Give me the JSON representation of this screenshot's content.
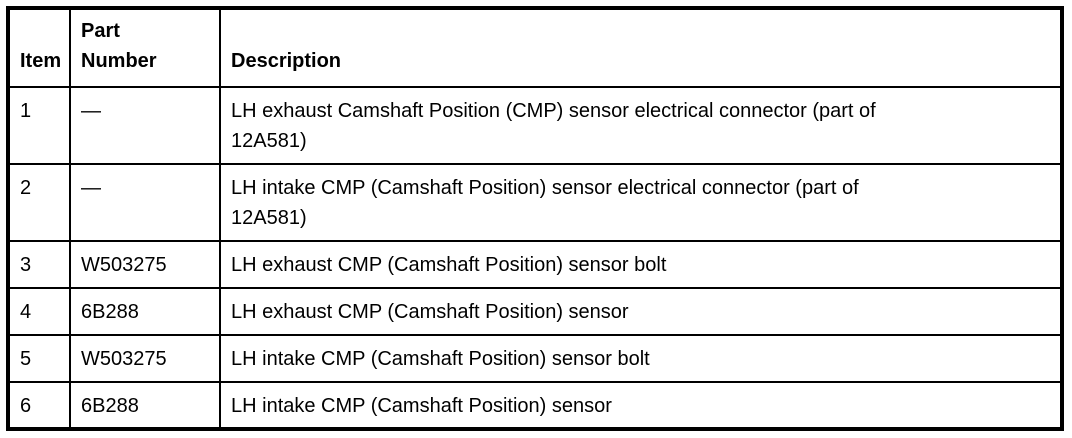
{
  "table": {
    "columns": [
      {
        "label": "Item"
      },
      {
        "label": "Part\nNumber"
      },
      {
        "label": "Description"
      }
    ],
    "rows": [
      {
        "item": "1",
        "part_number": "—",
        "description": "LH exhaust Camshaft Position (CMP) sensor electrical connector (part of\n12A581)"
      },
      {
        "item": "2",
        "part_number": "—",
        "description": "LH intake CMP (Camshaft Position) sensor electrical connector (part of\n12A581)"
      },
      {
        "item": "3",
        "part_number": "W503275",
        "description": "LH exhaust CMP (Camshaft Position) sensor bolt"
      },
      {
        "item": "4",
        "part_number": "6B288",
        "description": "LH exhaust CMP (Camshaft Position) sensor"
      },
      {
        "item": "5",
        "part_number": "W503275",
        "description": "LH intake CMP (Camshaft Position) sensor bolt"
      },
      {
        "item": "6",
        "part_number": "6B288",
        "description": "LH intake CMP (Camshaft Position) sensor"
      }
    ],
    "border_color": "#000000",
    "background_color": "#ffffff"
  }
}
